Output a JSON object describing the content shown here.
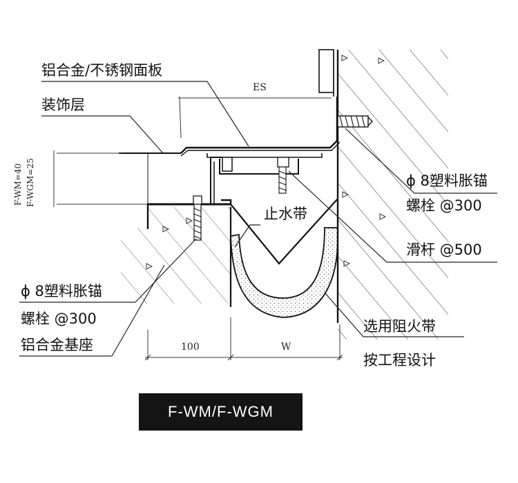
{
  "labels": {
    "panel": "铝合金/不锈钢面板",
    "decor": "装饰层",
    "anchor_right_1": "ϕ 8塑料胀锚",
    "anchor_right_2": "螺栓 @300",
    "waterstop": "止水带",
    "slide_rod": "滑杆 @500",
    "anchor_left_1": "ϕ 8塑料胀锚",
    "anchor_left_2": "螺栓 @300",
    "base": "铝合金基座",
    "fire_1": "选用阻火带",
    "fire_2": "按工程设计"
  },
  "dimensions": {
    "es": "ES",
    "width_100": "100",
    "width_w": "W",
    "wm_40": "F-WM=40",
    "wgm_25": "F-WGM=25"
  },
  "model": "F-WM/F-WGM"
}
